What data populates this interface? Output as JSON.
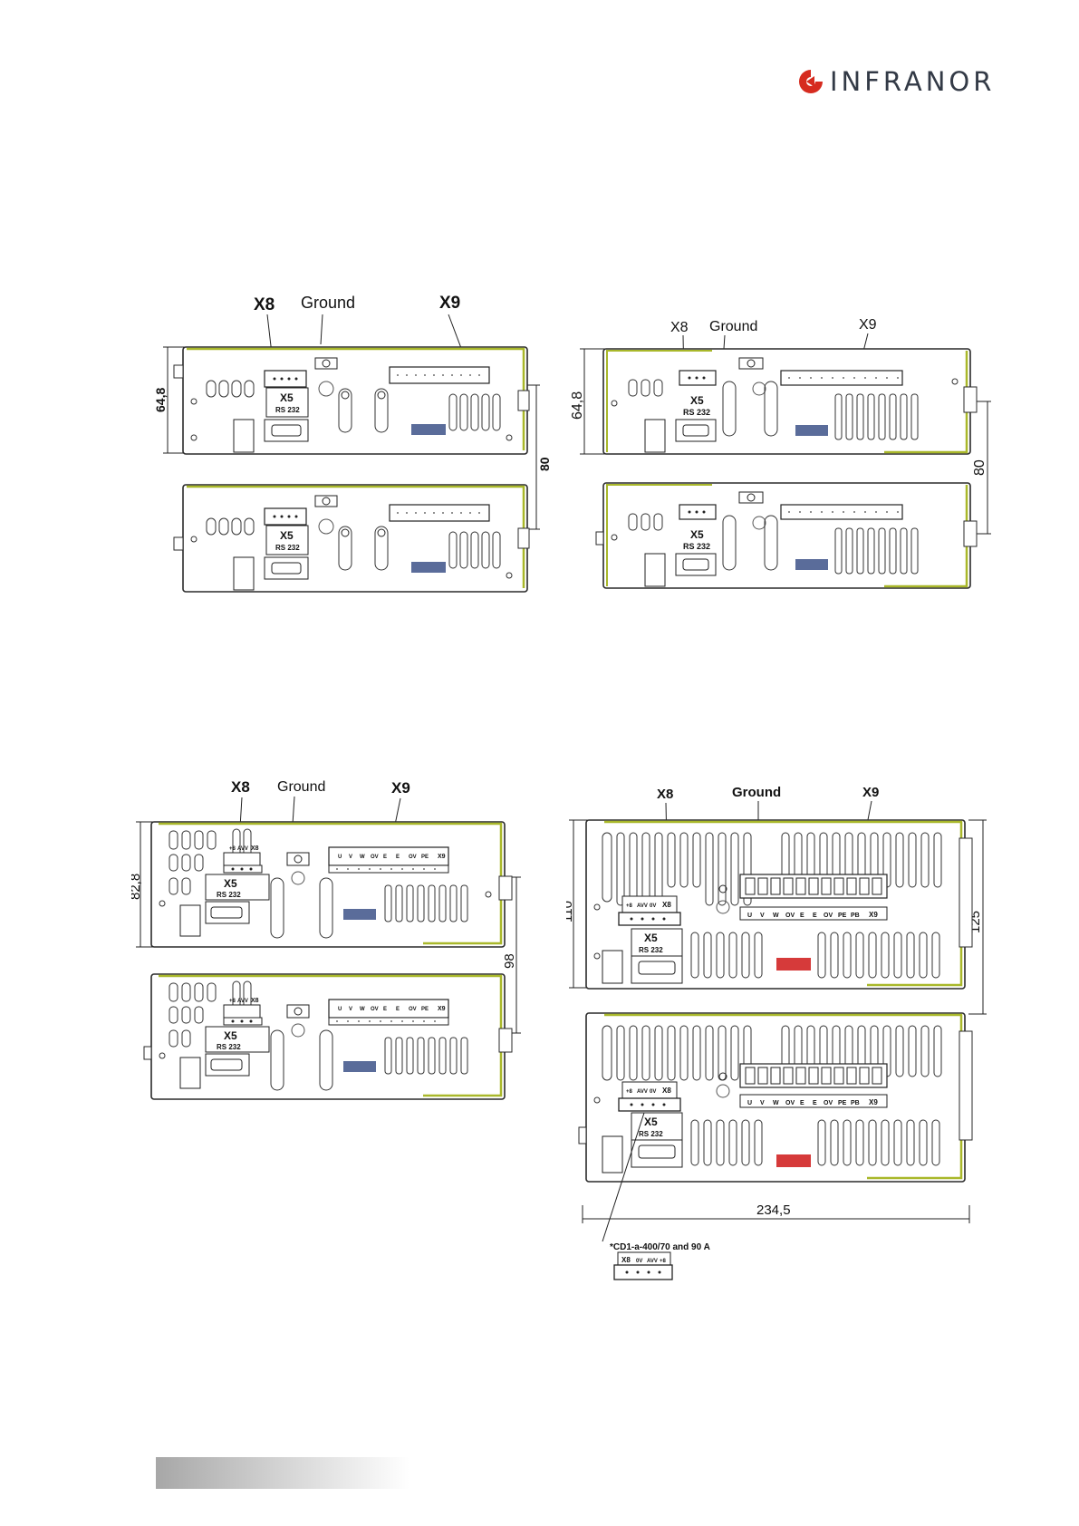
{
  "brand": {
    "name": "INFRANOR",
    "accent_color": "#d62b1f",
    "text_color": "#333a46"
  },
  "labels": {
    "x8": "X8",
    "x9": "X9",
    "ground": "Ground",
    "x5": "X5",
    "rs232": "RS 232"
  },
  "drawings": {
    "a": {
      "height_dim": "64,8",
      "pitch_dim": "80"
    },
    "b": {
      "height_dim": "64,8",
      "pitch_dim": "80"
    },
    "c": {
      "height_dim": "82,8",
      "pitch_dim": "98"
    },
    "d": {
      "height_dim": "110",
      "pitch_dim": "125",
      "width_dim": "234,5",
      "note": "*CD1-a-400/70 and 90 A"
    }
  },
  "x8_pins": [
    "+8",
    "AVV",
    "0V",
    "X8"
  ],
  "x9_pins": [
    "U",
    "V",
    "W",
    "OV",
    "E",
    "E",
    "OV",
    "PE",
    "PB",
    "X9"
  ],
  "colors": {
    "outline": "#2a2a2a",
    "ground_rail": "#a9b82a",
    "dip_switch_blue": "#5a6c9a",
    "dip_switch_red": "#d63a3a",
    "pin_label_blue": "#2c5fa8"
  }
}
